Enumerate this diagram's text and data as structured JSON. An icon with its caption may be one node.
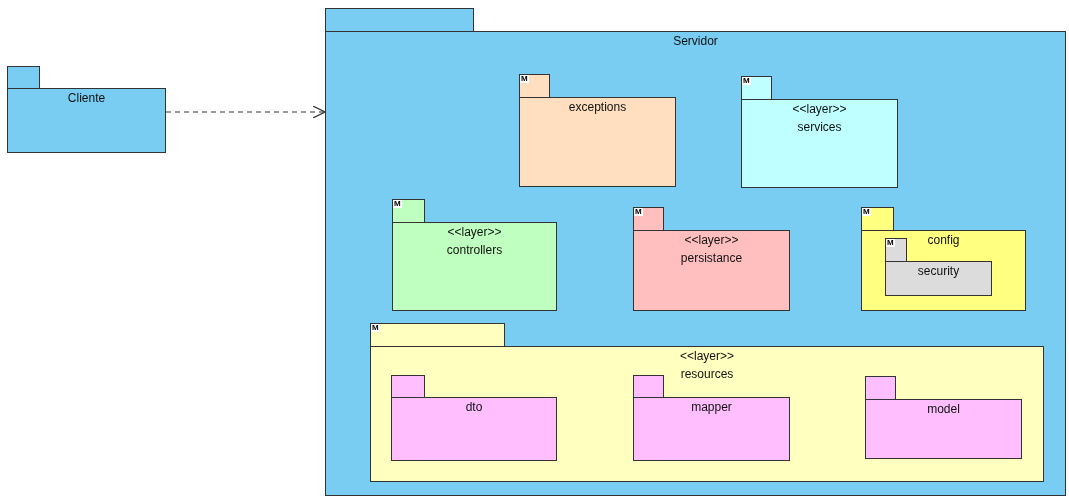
{
  "diagram": {
    "nodes": [
      {
        "text": [
          "Cliente"
        ]
      },
      {
        "text": [
          "Servidor"
        ]
      },
      {
        "text": [
          "exceptions"
        ],
        "in": 1,
        "beside": [
          "M"
        ]
      },
      {
        "text": [
          "<<layer>>",
          "services"
        ],
        "in": 1,
        "beside": [
          "M"
        ]
      },
      {
        "text": [
          "<<layer>>",
          "controllers"
        ],
        "in": 1,
        "beside": [
          "M"
        ]
      },
      {
        "text": [
          "<<layer>>",
          "persistance"
        ],
        "in": 1,
        "beside": [
          "M"
        ]
      },
      {
        "text": [
          "config"
        ],
        "in": 1,
        "beside": [
          "M"
        ]
      },
      {
        "text": [
          "security"
        ],
        "in": 6,
        "beside": [
          "M"
        ]
      },
      {
        "text": [
          "<<layer>>",
          "resources"
        ],
        "in": 1,
        "beside": [
          "M"
        ]
      },
      {
        "text": [
          "dto"
        ],
        "in": 8
      },
      {
        "text": [
          "mapper"
        ],
        "in": 8
      },
      {
        "text": [
          "model"
        ],
        "in": 8
      }
    ],
    "edges": [
      {
        "from": 0,
        "to": 1,
        "arrow": "to",
        "style": "dashed"
      }
    ]
  }
}
